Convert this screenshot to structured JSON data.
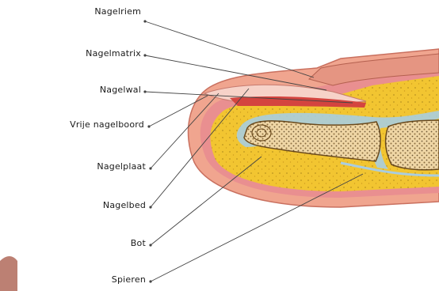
{
  "labels": {
    "nagelriem": "Nagelriem",
    "nagelmatrix": "Nagelmatrix",
    "nagelwal": "Nagelwal",
    "vrije_nagelboord": "Vrije nagelboord",
    "nagelplaat": "Nagelplaat",
    "nagelbed": "Nagelbed",
    "bot": "Bot",
    "spieren": "Spieren"
  },
  "colors": {
    "skin_outer": "#f0a58f",
    "skin_pink": "#e98f90",
    "fat_yellow": "#f2c531",
    "nail_plate": "#f7d2c8",
    "bone_light": "#efd6a5",
    "bone_dark": "#6b4a1c",
    "membrane_blue": "#a9cde0",
    "leader_line": "#444444"
  }
}
